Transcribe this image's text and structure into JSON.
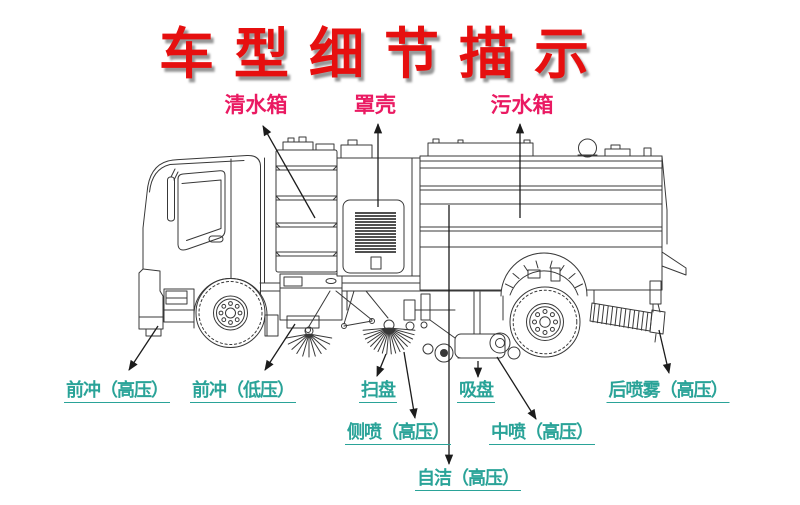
{
  "title": "车型细节描示",
  "colors": {
    "title_red": "#e60f0f",
    "label_pink": "#ea1a62",
    "label_teal": "#2aa398",
    "line": "#383838"
  },
  "top_labels": {
    "clean_water_tank": "清水箱",
    "cover_shell": "罩壳",
    "sewage_tank": "污水箱"
  },
  "bottom_labels": {
    "front_flush_high": "前冲（高压）",
    "front_flush_low": "前冲（低压）",
    "sweep_disc": "扫盘",
    "suction_disc": "吸盘",
    "rear_spray_high": "后喷雾（高压）",
    "side_spray_high": "侧喷（高压）",
    "mid_spray_high": "中喷（高压）",
    "self_clean_high": "自洁（高压）"
  }
}
